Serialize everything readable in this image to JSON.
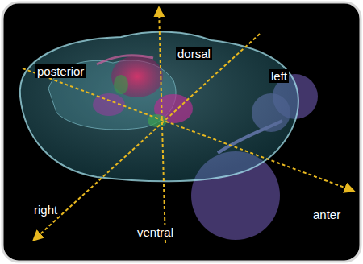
{
  "diagram": {
    "labels": [
      "posterior",
      "dorsal",
      "left",
      "right",
      "ventral",
      "anter"
    ]
  }
}
